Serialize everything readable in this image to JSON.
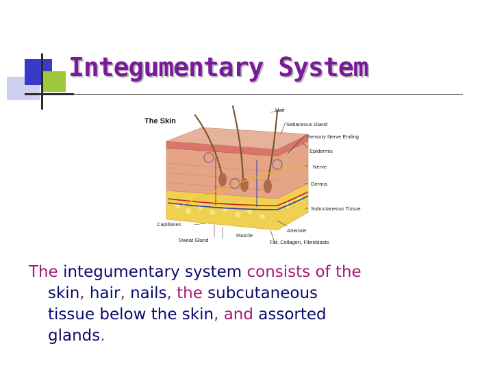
{
  "slide": {
    "title": "Integumentary System"
  },
  "diagram": {
    "heading": "The Skin",
    "labels": {
      "hair": "Hair",
      "sebaceous_gland": "Sebaceous Gland",
      "sensory_nerve_ending": "Sensory Nerve Ending",
      "epidermis": "Epidermis",
      "nerve": "Nerve",
      "dermis": "Dermis",
      "subcutaneous_tissue": "Subcutaneous Tissue",
      "capillaries": "Capillaries",
      "arteriole": "Arteriole",
      "sweat_gland": "Sweat Gland",
      "muscle": "Muscle",
      "fat_collagen_fibroblasts": "Fat, Collagen, Fibroblasts"
    }
  },
  "body_text": {
    "p1": "The",
    "p2": " integumentary system ",
    "p3": "consists of the",
    "p4": "skin",
    "p5": ", ",
    "p6": "hair",
    "p7": ", ",
    "p8": "nails",
    "p9": ", ",
    "p10": "the",
    "p11": " subcutaneous",
    "p12": "tissue below the skin",
    "p13": ", ",
    "p14": "and",
    "p15": " assorted",
    "p16": "glands",
    "p17": "."
  },
  "colors": {
    "title": "#7a1a9a",
    "body": "#0a0a6e",
    "highlight": "#a01a78",
    "accent_blue": "#3a3ac8",
    "accent_green": "#9cc83a"
  }
}
